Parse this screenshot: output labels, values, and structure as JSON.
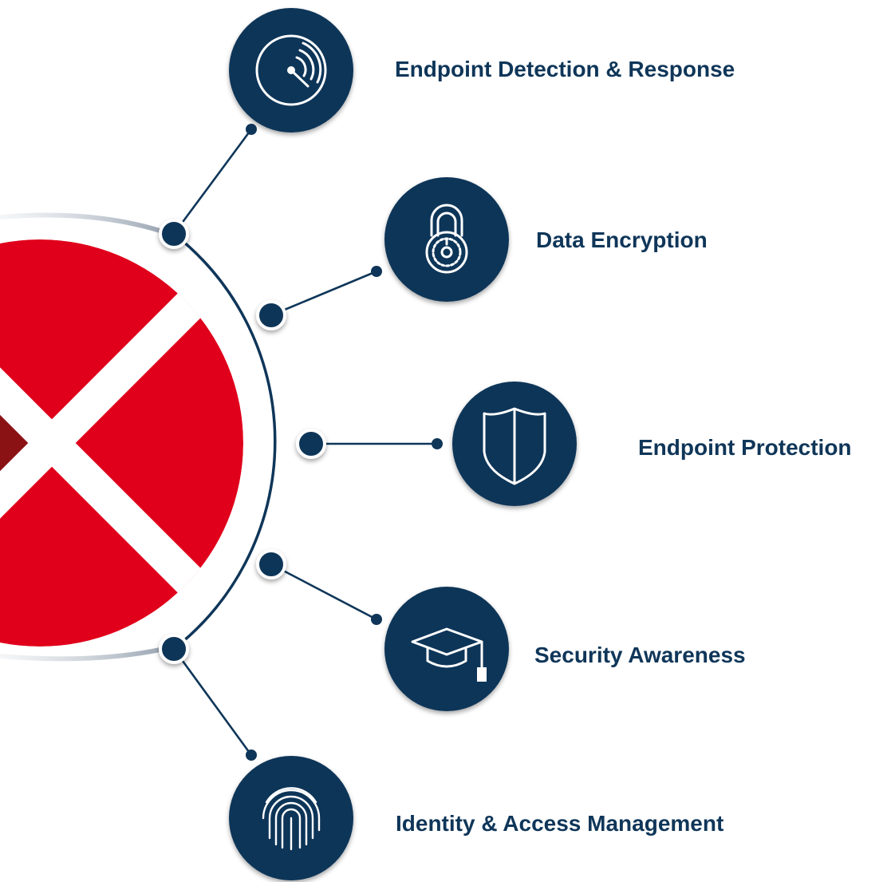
{
  "colors": {
    "navy": "#0f3659",
    "red": "#e0001b",
    "dark_red": "#8a1215",
    "white": "#ffffff"
  },
  "items": [
    {
      "label": "Endpoint Detection & Response",
      "icon": "radar-icon"
    },
    {
      "label": "Data Encryption",
      "icon": "padlock-icon"
    },
    {
      "label": "Endpoint Protection",
      "icon": "shield-icon"
    },
    {
      "label": "Security Awareness",
      "icon": "graduation-cap-icon"
    },
    {
      "label": "Identity & Access Management",
      "icon": "fingerprint-icon"
    }
  ]
}
